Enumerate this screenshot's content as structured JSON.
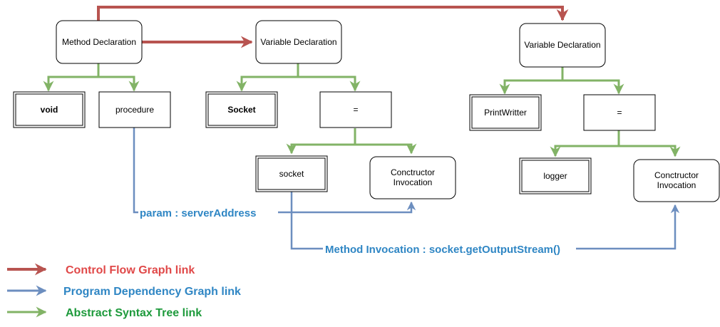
{
  "nodes": {
    "method_decl": "Method Declaration",
    "var_decl_1": "Variable Declaration",
    "var_decl_2": "Variable Declaration",
    "void": "void",
    "procedure": "procedure",
    "socket_type": "Socket",
    "assign_1": "=",
    "printwriter": "PrintWritter",
    "assign_2": "=",
    "socket_var": "socket",
    "ctor_1": [
      "Conctructor",
      "Invocation"
    ],
    "logger": "logger",
    "ctor_2": [
      "Conctructor",
      "Invocation"
    ]
  },
  "edge_labels": {
    "param": "param : serverAddress",
    "method_invocation": "Method Invocation : socket.getOutputStream()"
  },
  "legend": [
    {
      "label": "Control Flow Graph link",
      "color": "#b85450",
      "text_color": "#e04848"
    },
    {
      "label": "Program Dependency Graph link",
      "color": "#6c8ebf",
      "text_color": "#2f86c4"
    },
    {
      "label": "Abstract Syntax Tree link",
      "color": "#82b366",
      "text_color": "#1e9a3c"
    }
  ],
  "colors": {
    "cfg": "#b85450",
    "pdg": "#6c8ebf",
    "ast": "#82b366"
  }
}
